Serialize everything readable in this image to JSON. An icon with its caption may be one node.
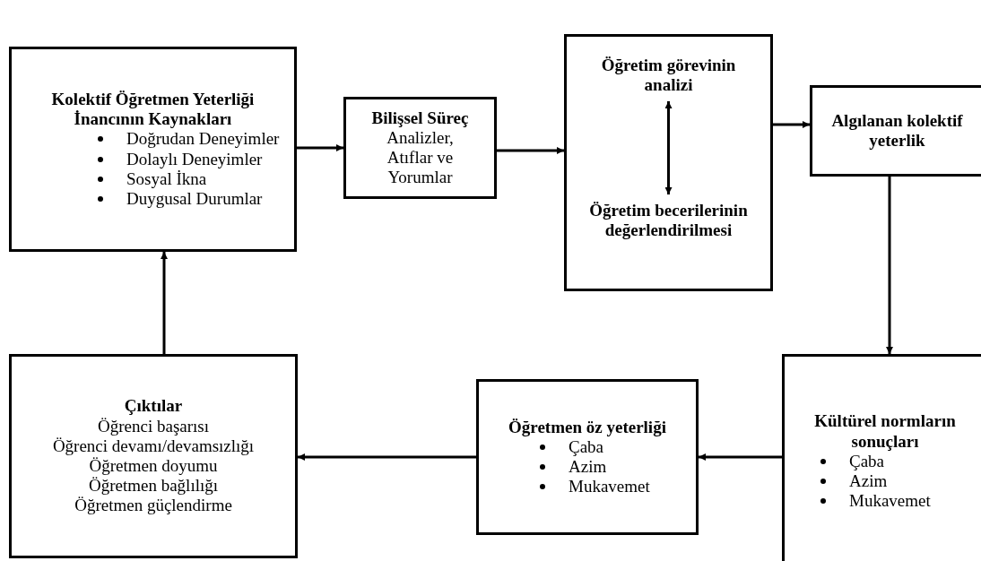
{
  "diagram": {
    "nodes": [
      {
        "text": [
          "Kolektif Öğretmen Yeterliği İnancının Kaynakları",
          "Doğrudan Deneyimler",
          "Dolaylı Deneyimler",
          "Sosyal İkna",
          "Duygusal Durumlar"
        ]
      },
      {
        "text": [
          "Bilişsel Süreç",
          "Analizler, Atıflar ve Yorumlar"
        ]
      },
      {
        "text": [],
        "shape": "box"
      },
      {
        "text": [
          "Öğretim görevinin analizi"
        ],
        "in": 2
      },
      {
        "text": [
          "Öğretim becerilerinin değerlendirilmesi"
        ],
        "in": 2
      },
      {
        "text": [
          "Algılanan kolektif yeterlik"
        ]
      },
      {
        "text": [
          "Kültürel normların sonuçları",
          "Çaba",
          "Azim",
          "Mukavemet"
        ]
      },
      {
        "text": [
          "Öğretmen öz yeterliği",
          "Çaba",
          "Azim",
          "Mukavemet"
        ]
      },
      {
        "text": [
          "Çıktılar",
          "Öğrenci başarısı",
          "Öğrenci devamı/devamsızlığı",
          "Öğretmen doyumu",
          "Öğretmen  bağlılığı",
          "Öğretmen güçlendirme"
        ]
      }
    ],
    "edges": [
      {
        "from": 0,
        "to": 1,
        "arrow": "to"
      },
      {
        "from": 1,
        "to": 2,
        "arrow": "to"
      },
      {
        "from": 3,
        "to": 4,
        "arrow": "both"
      },
      {
        "from": 2,
        "to": 5,
        "arrow": "to"
      },
      {
        "from": 5,
        "to": 6,
        "arrow": "to"
      },
      {
        "from": 6,
        "to": 7,
        "arrow": "to"
      },
      {
        "from": 7,
        "to": 8,
        "arrow": "to"
      },
      {
        "from": 8,
        "to": 0,
        "arrow": "to"
      }
    ]
  }
}
